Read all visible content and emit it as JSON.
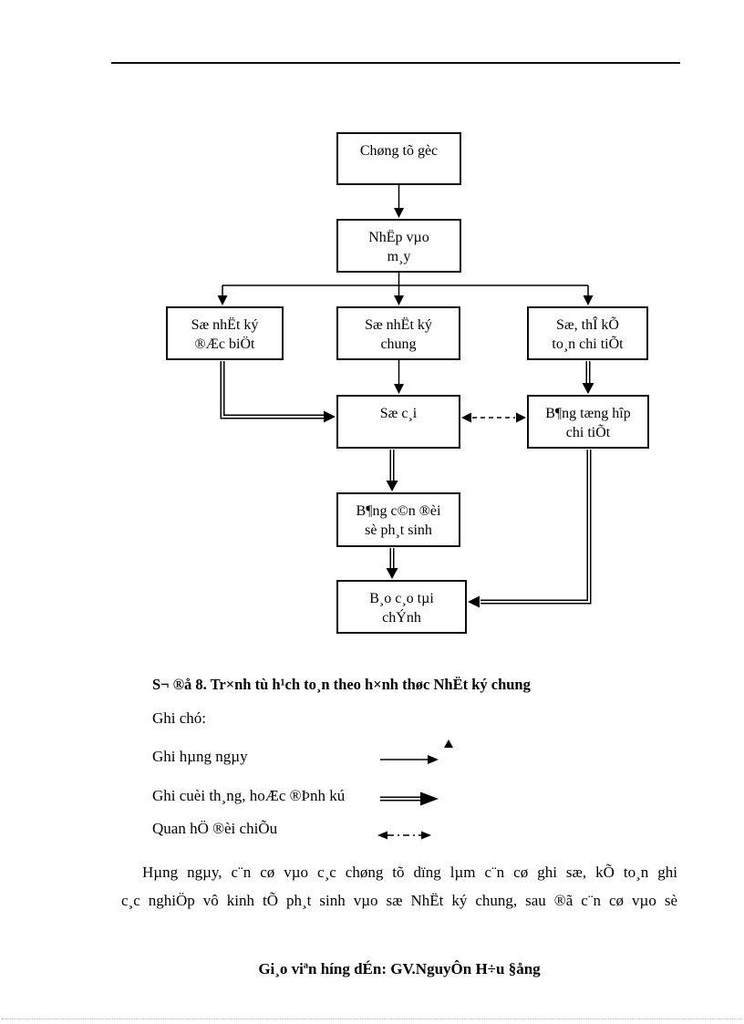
{
  "flowchart": {
    "boxes": [
      {
        "name": "chung-tu-goc",
        "line1": "Chøng tõ gèc",
        "line2": ""
      },
      {
        "name": "nhap-vao-may",
        "line1": "NhËp vµo",
        "line2": "m¸y"
      },
      {
        "name": "so-nhat-ky-dac-biet",
        "line1": "Sæ nhËt ký",
        "line2": "®Æc biÖt"
      },
      {
        "name": "so-nhat-ky-chung",
        "line1": "Sæ nhËt ký",
        "line2": "chung"
      },
      {
        "name": "so-the-ke-toan",
        "line1": "Sæ, thÎ kÕ",
        "line2": "to¸n chi tiÕt"
      },
      {
        "name": "so-cai",
        "line1": "Sæ c¸i",
        "line2": ""
      },
      {
        "name": "bang-tong-hop",
        "line1": "B¶ng tæng hîp",
        "line2": "chi tiÕt"
      },
      {
        "name": "bang-can-doi",
        "line1": "B¶ng c©n ®èi",
        "line2": "sè ph¸t sinh"
      },
      {
        "name": "bao-cao-tai-chinh",
        "line1": "B¸o c¸o tµi",
        "line2": "chÝnh"
      }
    ]
  },
  "caption": "S¬ ®å 8. Tr×nh tù h¹ch to¸n theo h×nh thøc NhËt ký chung",
  "legend": {
    "title": "Ghi chó:",
    "items": [
      {
        "label": "Ghi hµng ngµy",
        "symbol": "single-line-arrow"
      },
      {
        "label": "Ghi cuèi th¸ng, hoÆc ®Þnh kú",
        "symbol": "double-line-arrow"
      },
      {
        "label": "Quan hÖ ®èi chiÕu",
        "symbol": "dash-dot-double-headed-arrow"
      }
    ],
    "stray_mark": "small-up-triangle"
  },
  "paragraph": {
    "line1": "Hµng ngµy, c¨n cø vµo c¸c chøng tõ dïng lµm c¨n cø ghi sæ, kÕ to¸n ghi",
    "line2": "c¸c nghiÖp vô kinh tÕ ph¸t sinh vµo sæ NhËt ký chung, sau ®ã c¨n cø vµo sè"
  },
  "footer": "Gi¸o viªn híng dÉn: GV.NguyÔn H÷u §ång",
  "colors": {
    "ink": "#000000",
    "page": "#ffffff",
    "bottom_rule_dots": "#c9a9bf"
  }
}
